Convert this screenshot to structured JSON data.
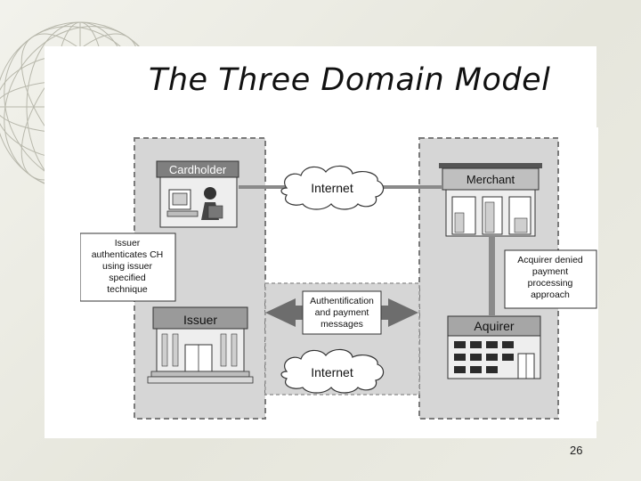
{
  "slide": {
    "title": "The Three Domain Model",
    "page_number": "26"
  },
  "diagram": {
    "cardholder": "Cardholder",
    "merchant": "Merchant",
    "issuer": "Issuer",
    "acquirer": "Aquirer",
    "internet_top": "Internet",
    "internet_bottom": "Internet",
    "auth_messages": [
      "Authentification",
      "and payment",
      "messages"
    ],
    "issuer_note": [
      "Issuer",
      "authenticates CH",
      "using issuer",
      "specified",
      "technique"
    ],
    "acquirer_note": [
      "Acquirer denied",
      "payment",
      "processing",
      "approach"
    ]
  },
  "colors": {
    "domain_fill": "#d6d6d6",
    "dash_stroke": "#7a7a7a",
    "building_fill": "#9a9a9a"
  }
}
